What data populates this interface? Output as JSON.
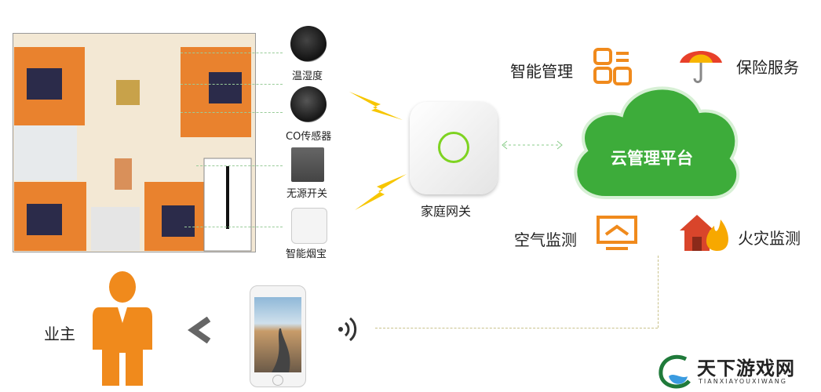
{
  "devices": [
    {
      "label": "温湿度",
      "icon": "temperature-humidity-sensor-icon"
    },
    {
      "label": "CO传感器",
      "icon": "co-sensor-icon"
    },
    {
      "label": "无源开关",
      "icon": "passive-switch-icon"
    },
    {
      "label": "智能烟宝",
      "icon": "smart-smoke-detector-icon"
    }
  ],
  "gateway": {
    "label": "家庭网关"
  },
  "cloud": {
    "label": "云管理平台",
    "color": "#3dac3a"
  },
  "services": [
    {
      "label": "智能管理",
      "icon": "smart-management-icon"
    },
    {
      "label": "保险服务",
      "icon": "umbrella-icon"
    },
    {
      "label": "空气监测",
      "icon": "air-monitor-icon"
    },
    {
      "label": "火灾监测",
      "icon": "house-fire-icon"
    }
  ],
  "owner": {
    "label": "业主"
  },
  "accent": "#f08a1c",
  "watermark": {
    "name": "天下游戏网",
    "pinyin": "TIANXIAYOUXIWANG"
  }
}
